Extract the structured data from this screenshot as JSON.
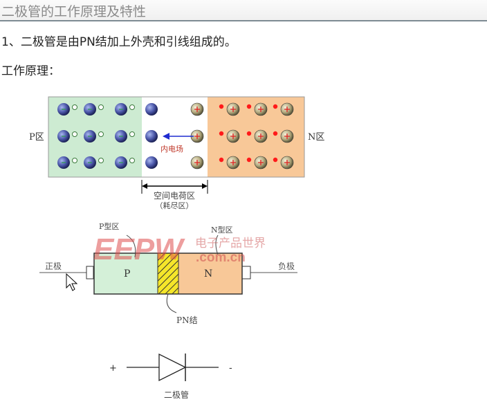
{
  "header": {
    "title": "二极管的工作原理及特性"
  },
  "content": {
    "line1": "1、二极管是由PN结加上外壳和引线组成的。",
    "line2": "工作原理："
  },
  "pn_diagram": {
    "p_label": "P区",
    "n_label": "N区",
    "field_label": "内电场",
    "space_charge_label": "空间电荷区",
    "depletion_label": "（耗尽区）",
    "colors": {
      "p_region": "#cdebd2",
      "n_region": "#f8c898",
      "field": "#c0392b",
      "arrow": "#1f2bd0",
      "carrier": "#ff1a1a"
    }
  },
  "diode_structure": {
    "p_type_label": "P型区",
    "n_type_label": "N型区",
    "p": "P",
    "n": "N",
    "anode": "正极",
    "cathode": "负极",
    "junction": "PN结",
    "watermark": {
      "logo": "EEPW",
      "cn": "电子产品世界",
      "domain": ".com.cn"
    }
  },
  "symbol": {
    "plus": "+",
    "minus": "-",
    "caption": "二极管"
  }
}
